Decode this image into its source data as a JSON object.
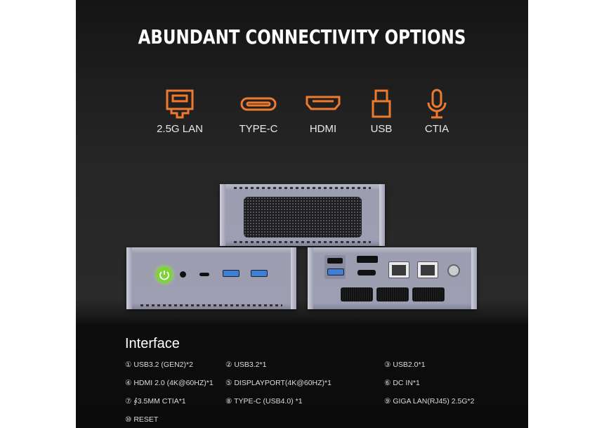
{
  "title": "ABUNDANT CONNECTIVITY OPTIONS",
  "accent_color": "#ef7a2e",
  "features": [
    {
      "label": "2.5G LAN",
      "icon": "ethernet-port-icon"
    },
    {
      "label": "TYPE-C",
      "icon": "usb-c-port-icon"
    },
    {
      "label": "HDMI",
      "icon": "hdmi-port-icon"
    },
    {
      "label": "USB",
      "icon": "usb-plug-icon"
    },
    {
      "label": "CTIA",
      "icon": "microphone-icon"
    }
  ],
  "interface": {
    "heading": "Interface",
    "specs": [
      "① USB3.2 (GEN2)*2",
      "② USB3.2*1",
      "③ USB2.0*1",
      "④ HDMI 2.0 (4K@60HZ)*1",
      "⑤ DISPLAYPORT(4K@60HZ)*1",
      "⑥ DC IN*1",
      "⑦ ∮3.5MM CTIA*1",
      "⑧ TYPE-C (USB4.0) *1",
      "⑨ GIGA LAN(RJ45) 2.5G*2",
      "⑩ RESET"
    ]
  }
}
